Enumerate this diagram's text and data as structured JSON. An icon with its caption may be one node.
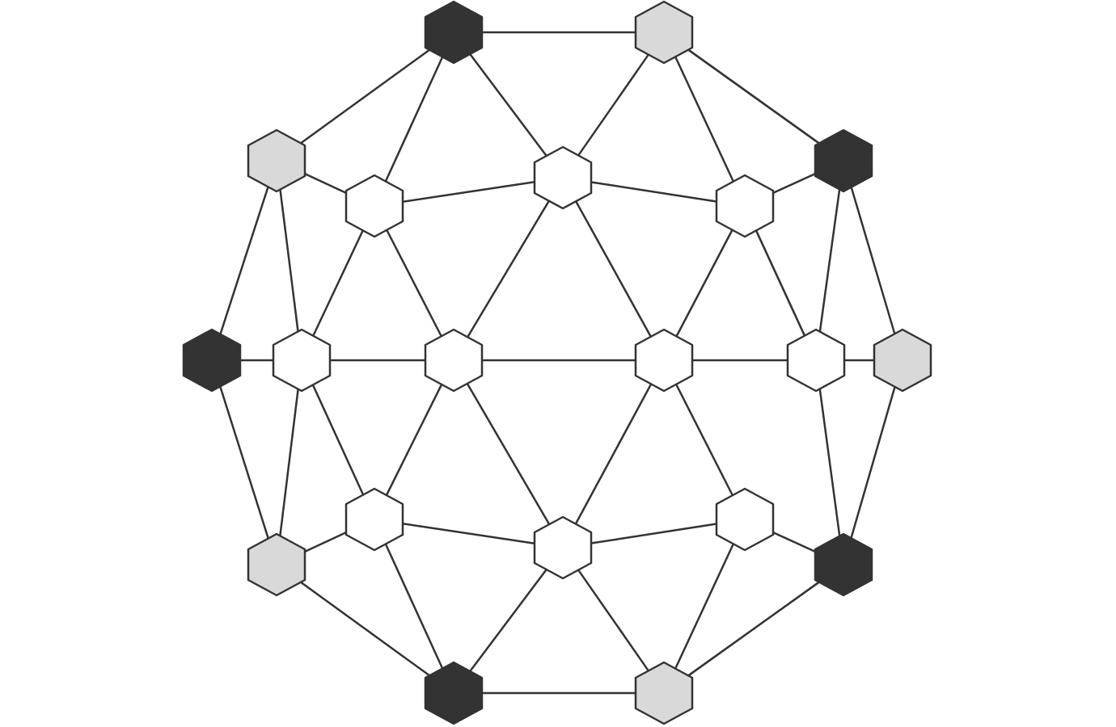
{
  "diagram": {
    "nodes": [
      {
        "text": [],
        "shape": "hexagon"
      },
      {
        "text": [],
        "shape": "hexagon"
      },
      {
        "text": [],
        "shape": "hexagon"
      },
      {
        "text": [],
        "shape": "hexagon"
      },
      {
        "text": [],
        "shape": "hexagon"
      },
      {
        "text": [],
        "shape": "hexagon"
      },
      {
        "text": [],
        "shape": "hexagon"
      },
      {
        "text": [],
        "shape": "hexagon"
      },
      {
        "text": [],
        "shape": "hexagon"
      },
      {
        "text": [],
        "shape": "hexagon"
      },
      {
        "text": [],
        "shape": "hexagon"
      },
      {
        "text": [],
        "shape": "hexagon"
      },
      {
        "text": [],
        "shape": "hexagon"
      },
      {
        "text": [],
        "shape": "hexagon"
      },
      {
        "text": [],
        "shape": "hexagon"
      },
      {
        "text": [],
        "shape": "hexagon"
      },
      {
        "text": [],
        "shape": "hexagon"
      },
      {
        "text": [],
        "shape": "hexagon"
      },
      {
        "text": [],
        "shape": "hexagon"
      },
      {
        "text": [],
        "shape": "hexagon"
      }
    ],
    "edges": [
      {
        "from": 0,
        "to": 1,
        "arrow": "none"
      },
      {
        "from": 1,
        "to": 2,
        "arrow": "none"
      },
      {
        "from": 2,
        "to": 3,
        "arrow": "none"
      },
      {
        "from": 3,
        "to": 4,
        "arrow": "none"
      },
      {
        "from": 4,
        "to": 5,
        "arrow": "none"
      },
      {
        "from": 5,
        "to": 6,
        "arrow": "none"
      },
      {
        "from": 6,
        "to": 7,
        "arrow": "none"
      },
      {
        "from": 7,
        "to": 8,
        "arrow": "none"
      },
      {
        "from": 8,
        "to": 9,
        "arrow": "none"
      },
      {
        "from": 9,
        "to": 0,
        "arrow": "none"
      },
      {
        "from": 0,
        "to": 10,
        "arrow": "none"
      },
      {
        "from": 0,
        "to": 11,
        "arrow": "none"
      },
      {
        "from": 1,
        "to": 11,
        "arrow": "none"
      },
      {
        "from": 1,
        "to": 12,
        "arrow": "none"
      },
      {
        "from": 2,
        "to": 12,
        "arrow": "none"
      },
      {
        "from": 2,
        "to": 13,
        "arrow": "none"
      },
      {
        "from": 3,
        "to": 13,
        "arrow": "none"
      },
      {
        "from": 4,
        "to": 13,
        "arrow": "none"
      },
      {
        "from": 4,
        "to": 14,
        "arrow": "none"
      },
      {
        "from": 5,
        "to": 14,
        "arrow": "none"
      },
      {
        "from": 5,
        "to": 15,
        "arrow": "none"
      },
      {
        "from": 6,
        "to": 15,
        "arrow": "none"
      },
      {
        "from": 6,
        "to": 16,
        "arrow": "none"
      },
      {
        "from": 7,
        "to": 16,
        "arrow": "none"
      },
      {
        "from": 7,
        "to": 17,
        "arrow": "none"
      },
      {
        "from": 8,
        "to": 17,
        "arrow": "none"
      },
      {
        "from": 9,
        "to": 10,
        "arrow": "none"
      },
      {
        "from": 9,
        "to": 17,
        "arrow": "none"
      },
      {
        "from": 10,
        "to": 11,
        "arrow": "none"
      },
      {
        "from": 11,
        "to": 12,
        "arrow": "none"
      },
      {
        "from": 12,
        "to": 13,
        "arrow": "none"
      },
      {
        "from": 10,
        "to": 17,
        "arrow": "none"
      },
      {
        "from": 17,
        "to": 16,
        "arrow": "none"
      },
      {
        "from": 16,
        "to": 15,
        "arrow": "none"
      },
      {
        "from": 15,
        "to": 14,
        "arrow": "none"
      },
      {
        "from": 10,
        "to": 18,
        "arrow": "none"
      },
      {
        "from": 11,
        "to": 18,
        "arrow": "none"
      },
      {
        "from": 11,
        "to": 19,
        "arrow": "none"
      },
      {
        "from": 12,
        "to": 19,
        "arrow": "none"
      },
      {
        "from": 17,
        "to": 18,
        "arrow": "none"
      },
      {
        "from": 18,
        "to": 19,
        "arrow": "none"
      },
      {
        "from": 19,
        "to": 13,
        "arrow": "none"
      },
      {
        "from": 18,
        "to": 16,
        "arrow": "none"
      },
      {
        "from": 18,
        "to": 15,
        "arrow": "none"
      },
      {
        "from": 19,
        "to": 15,
        "arrow": "none"
      },
      {
        "from": 19,
        "to": 14,
        "arrow": "none"
      }
    ]
  }
}
